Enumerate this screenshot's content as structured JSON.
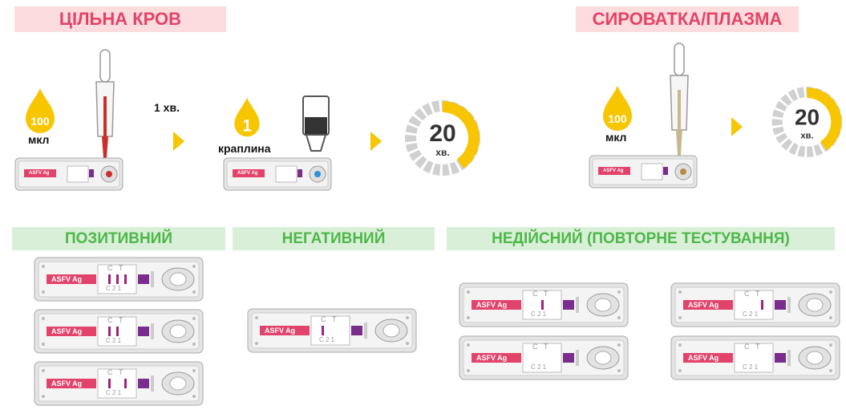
{
  "headers": {
    "whole_blood": "ЦІЛЬНА КРОВ",
    "serum_plasma": "СИРОВАТКА/ПЛАЗМА",
    "positive": "ПОЗИТИВНИЙ",
    "negative": "НЕГАТИВНИЙ",
    "invalid": "НЕДІЙСНИЙ (ПОВТОРНЕ ТЕСТУВАННЯ)"
  },
  "steps": {
    "blood_volume": "100",
    "blood_unit": "мкл",
    "wait_label": "1 хв.",
    "drop_count": "1",
    "drop_unit": "краплина",
    "timer_value": "20",
    "timer_unit": "хв.",
    "serum_volume": "100",
    "serum_unit": "мкл",
    "timer2_value": "20",
    "timer2_unit": "хв."
  },
  "cassette": {
    "label": "ASFV Ag",
    "c": "C",
    "t": "T",
    "digits": "C 2 1"
  },
  "colors": {
    "yellow": "#f7c600",
    "pink": "#e2436b",
    "green": "#4db848",
    "purple": "#7a2d8c",
    "line": "#a0227a"
  }
}
